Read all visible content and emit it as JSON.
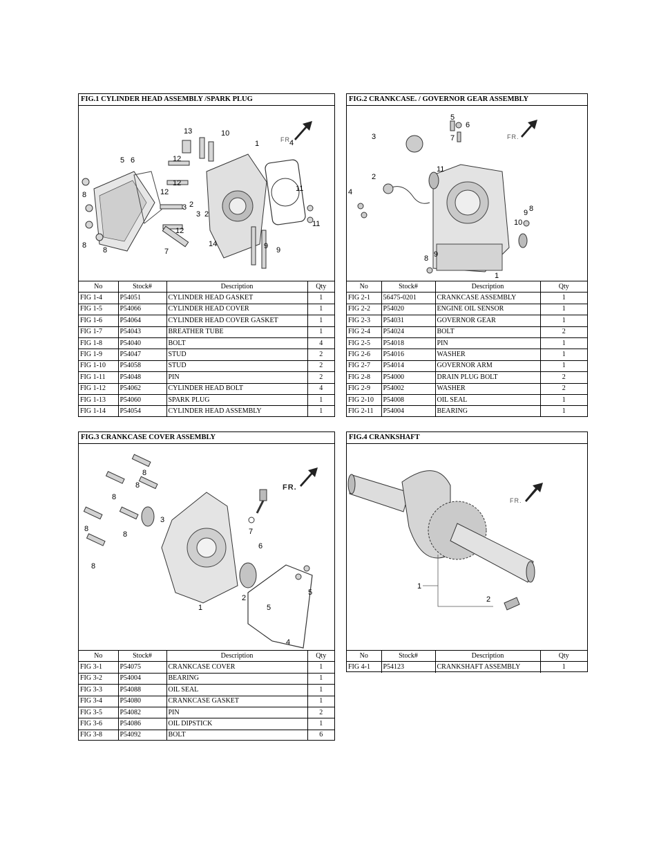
{
  "columns": {
    "no": "No",
    "stock": "Stock#",
    "description": "Description",
    "qty": "Qty"
  },
  "fr_label": "FR.",
  "figures": [
    {
      "title": "FIG.1 CYLINDER HEAD ASSEMBLY /SPARK PLUG",
      "callouts": [
        "13",
        "10",
        "1",
        "4",
        "5",
        "6",
        "12",
        "8",
        "12",
        "12",
        "3",
        "2",
        "3",
        "2",
        "11",
        "11",
        "8",
        "8",
        "12",
        "14",
        "7",
        "9",
        "9"
      ],
      "rows": [
        {
          "no": "FIG 1-4",
          "stock": "P54051",
          "desc": "CYLINDER HEAD GASKET",
          "qty": "1"
        },
        {
          "no": "FIG 1-5",
          "stock": "P54066",
          "desc": "CYLINDER HEAD COVER",
          "qty": "1"
        },
        {
          "no": "FIG 1-6",
          "stock": "P54064",
          "desc": "CYLINDER HEAD COVER GASKET",
          "qty": "1"
        },
        {
          "no": "FIG 1-7",
          "stock": "P54043",
          "desc": "BREATHER TUBE",
          "qty": "1"
        },
        {
          "no": "FIG 1-8",
          "stock": "P54040",
          "desc": "BOLT",
          "qty": "4"
        },
        {
          "no": "FIG 1-9",
          "stock": "P54047",
          "desc": "STUD",
          "qty": "2"
        },
        {
          "no": "FIG 1-10",
          "stock": "P54058",
          "desc": "STUD",
          "qty": "2"
        },
        {
          "no": "FIG 1-11",
          "stock": "P54048",
          "desc": "PIN",
          "qty": "2"
        },
        {
          "no": "FIG 1-12",
          "stock": "P54062",
          "desc": "CYLINDER HEAD BOLT",
          "qty": "4"
        },
        {
          "no": "FIG 1-13",
          "stock": "P54060",
          "desc": "SPARK PLUG",
          "qty": "1"
        },
        {
          "no": "FIG 1-14",
          "stock": "P54054",
          "desc": "CYLINDER HEAD ASSEMBLY",
          "qty": "1"
        }
      ]
    },
    {
      "title": "FIG.2 CRANKCASE. / GOVERNOR GEAR ASSEMBLY",
      "callouts": [
        "5",
        "6",
        "3",
        "7",
        "2",
        "4",
        "11",
        "9",
        "8",
        "10",
        "8",
        "9",
        "1"
      ],
      "rows": [
        {
          "no": "FIG 2-1",
          "stock": "56475-0201",
          "desc": "CRANKCASE ASSEMBLY",
          "qty": "1"
        },
        {
          "no": "FIG 2-2",
          "stock": "P54020",
          "desc": "ENGINE OIL SENSOR",
          "qty": "1"
        },
        {
          "no": "FIG 2-3",
          "stock": "P54031",
          "desc": "GOVERNOR GEAR",
          "qty": "1"
        },
        {
          "no": "FIG 2-4",
          "stock": "P54024",
          "desc": "BOLT",
          "qty": "2"
        },
        {
          "no": "FIG 2-5",
          "stock": "P54018",
          "desc": "PIN",
          "qty": "1"
        },
        {
          "no": "FIG 2-6",
          "stock": "P54016",
          "desc": "WASHER",
          "qty": "1"
        },
        {
          "no": "FIG 2-7",
          "stock": "P54014",
          "desc": "GOVERNOR ARM",
          "qty": "1"
        },
        {
          "no": "FIG 2-8",
          "stock": "P54000",
          "desc": "DRAIN PLUG BOLT",
          "qty": "2"
        },
        {
          "no": "FIG 2-9",
          "stock": "P54002",
          "desc": "WASHER",
          "qty": "2"
        },
        {
          "no": "FIG 2-10",
          "stock": "P54008",
          "desc": "OIL SEAL",
          "qty": "1"
        },
        {
          "no": "FIG 2-11",
          "stock": "P54004",
          "desc": "BEARING",
          "qty": "1"
        }
      ]
    },
    {
      "title": "FIG.3 CRANKCASE COVER ASSEMBLY",
      "callouts": [
        "8",
        "8",
        "8",
        "8",
        "8",
        "8",
        "3",
        "7",
        "6",
        "2",
        "5",
        "5",
        "1",
        "4"
      ],
      "rows": [
        {
          "no": "FIG 3-1",
          "stock": "P54075",
          "desc": "CRANKCASE COVER",
          "qty": "1"
        },
        {
          "no": "FIG 3-2",
          "stock": "P54004",
          "desc": "BEARING",
          "qty": "1"
        },
        {
          "no": "FIG 3-3",
          "stock": "P54088",
          "desc": "OIL SEAL",
          "qty": "1"
        },
        {
          "no": "FIG 3-4",
          "stock": "P54080",
          "desc": "CRANKCASE GASKET",
          "qty": "1"
        },
        {
          "no": "FIG 3-5",
          "stock": "P54082",
          "desc": "PIN",
          "qty": "2"
        },
        {
          "no": "FIG 3-6",
          "stock": "P54086",
          "desc": "OIL DIPSTICK",
          "qty": "1"
        },
        {
          "no": "FIG 3-8",
          "stock": "P54092",
          "desc": "BOLT",
          "qty": "6"
        }
      ]
    },
    {
      "title": "FIG.4 CRANKSHAFT",
      "callouts": [
        "1",
        "2"
      ],
      "rows": [
        {
          "no": "FIG 4-1",
          "stock": "P54123",
          "desc": "CRANKSHAFT ASSEMBLY",
          "qty": "1"
        }
      ]
    }
  ]
}
